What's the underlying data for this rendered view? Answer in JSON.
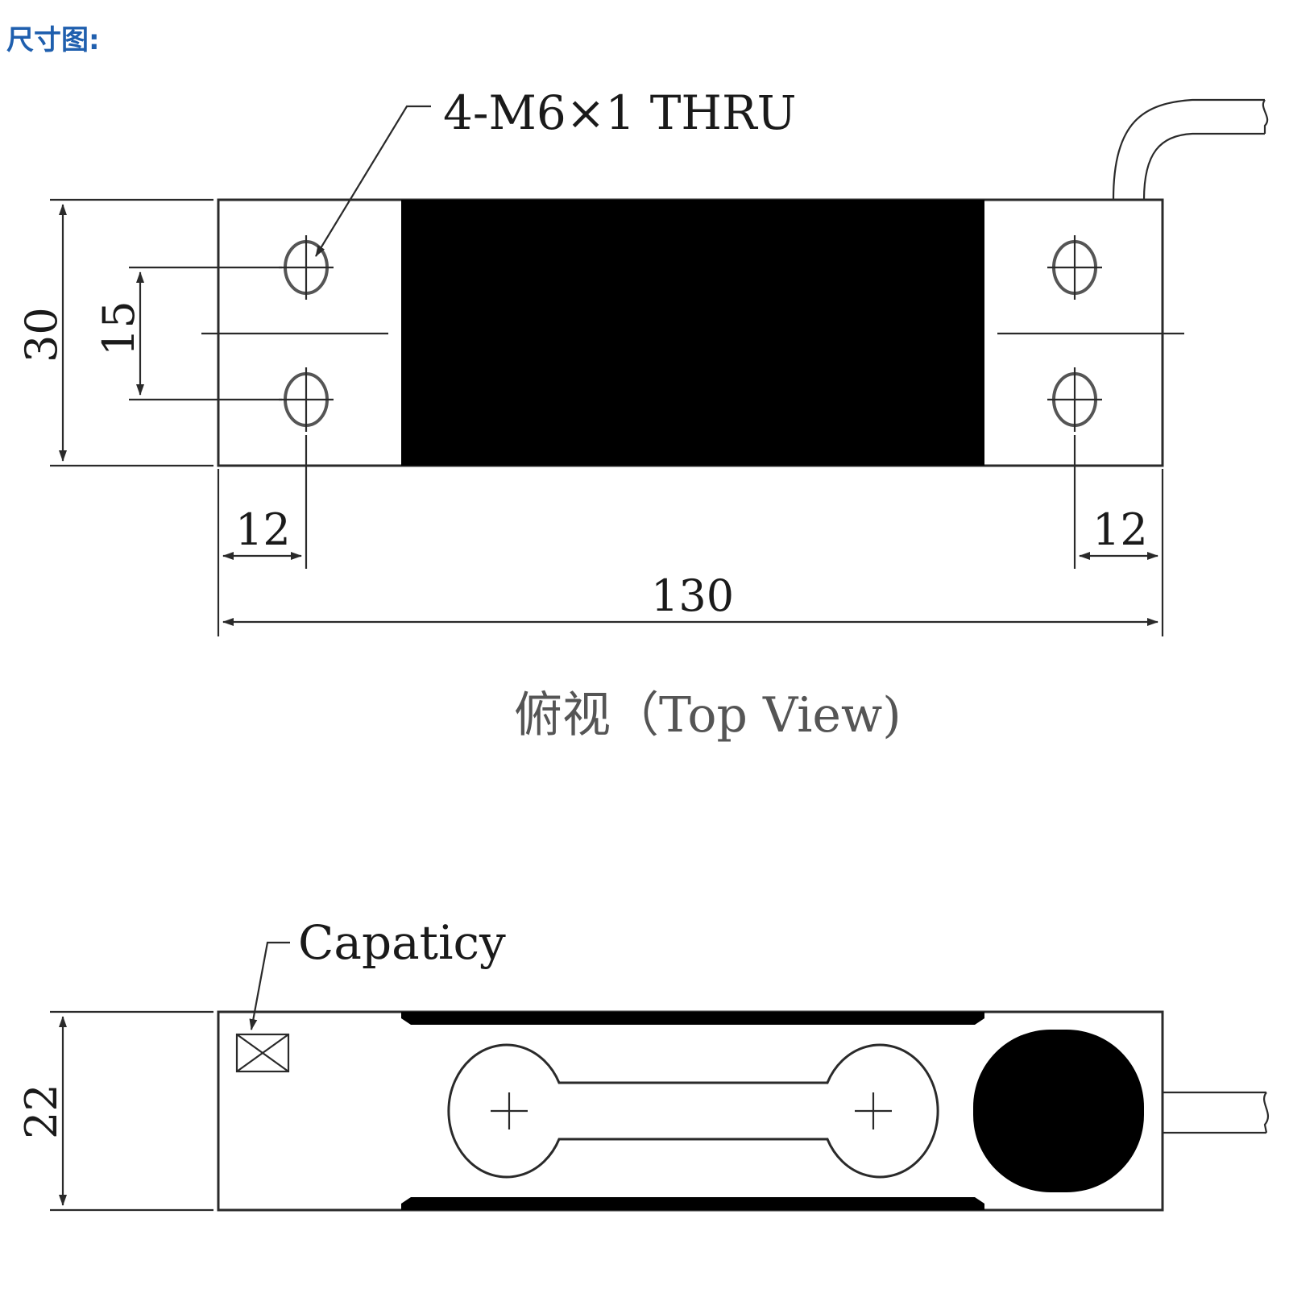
{
  "heading": {
    "text": "尺寸图:",
    "color": "#1f5fae"
  },
  "top_view": {
    "hole_label": "4-M6×1 THRU",
    "dim_height": "30",
    "dim_hole_spacing": "15",
    "dim_left_offset": "12",
    "dim_right_offset": "12",
    "dim_length": "130",
    "caption": "俯视（Top View)"
  },
  "side_view": {
    "capacity_label": "Capaticy",
    "dim_height": "22"
  },
  "colors": {
    "line": "#2a2a2a",
    "fill_dark": "#000000",
    "caption": "#555555"
  }
}
